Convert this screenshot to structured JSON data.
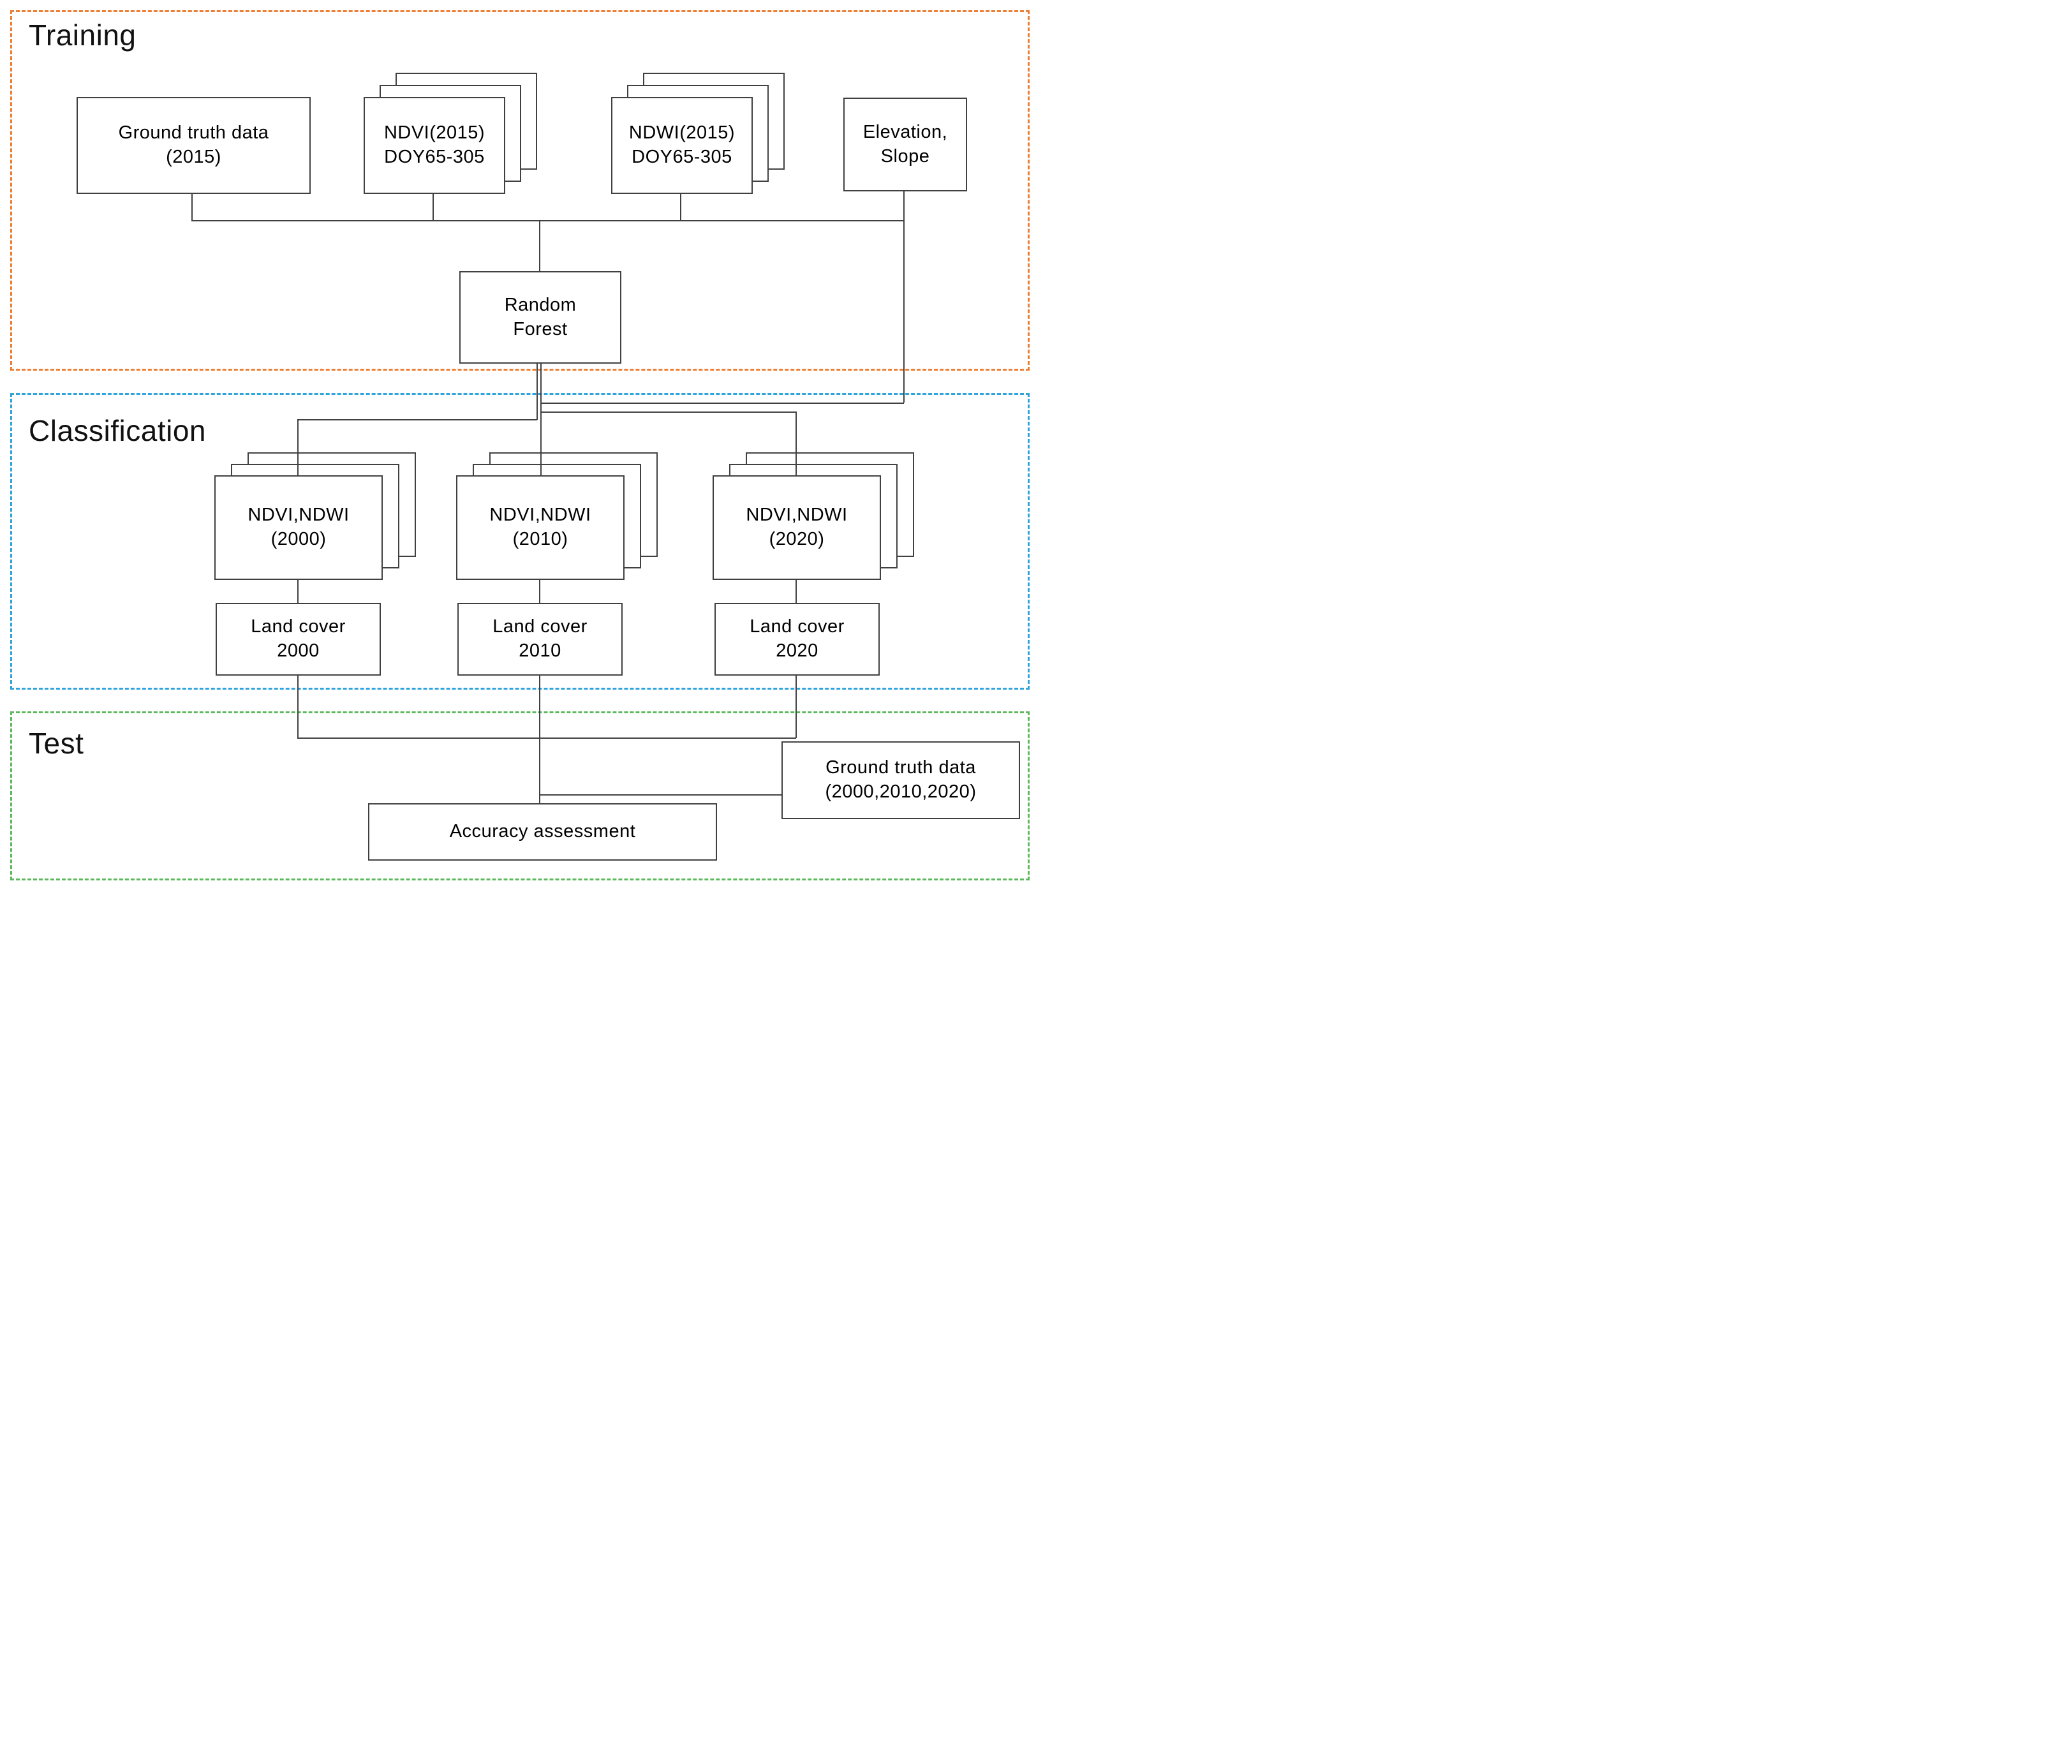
{
  "figure": {
    "title": "Land cover classification workflow diagram",
    "line_color": "#404040",
    "sections": {
      "training": {
        "label": "Training",
        "border_color": "#ED7D31"
      },
      "classification": {
        "label": "Classification",
        "border_color": "#2FA3DC"
      },
      "test": {
        "label": "Test",
        "border_color": "#5CB85C"
      }
    },
    "nodes": {
      "gt2015": {
        "line1": "Ground truth data",
        "line2": "(2015)"
      },
      "ndvi2015": {
        "line1": "NDVI(2015)",
        "line2": "DOY65-305",
        "layers": 3
      },
      "ndwi2015": {
        "line1": "NDWI(2015)",
        "line2": "DOY65-305",
        "layers": 3
      },
      "elevation": {
        "line1": "Elevation,",
        "line2": "Slope"
      },
      "rf": {
        "line1": "Random",
        "line2": "Forest"
      },
      "c2000": {
        "line1": "NDVI,NDWI",
        "line2": "(2000)",
        "layers": 3
      },
      "c2010": {
        "line1": "NDVI,NDWI",
        "line2": "(2010)",
        "layers": 3
      },
      "c2020": {
        "line1": "NDVI,NDWI",
        "line2": "(2020)",
        "layers": 3
      },
      "lc2000": {
        "line1": "Land cover",
        "line2": "2000"
      },
      "lc2010": {
        "line1": "Land cover",
        "line2": "2010"
      },
      "lc2020": {
        "line1": "Land cover",
        "line2": "2020"
      },
      "gtTest": {
        "line1": "Ground truth data",
        "line2": "(2000,2010,2020)"
      },
      "accuracy": {
        "line1": "Accuracy assessment"
      }
    }
  }
}
